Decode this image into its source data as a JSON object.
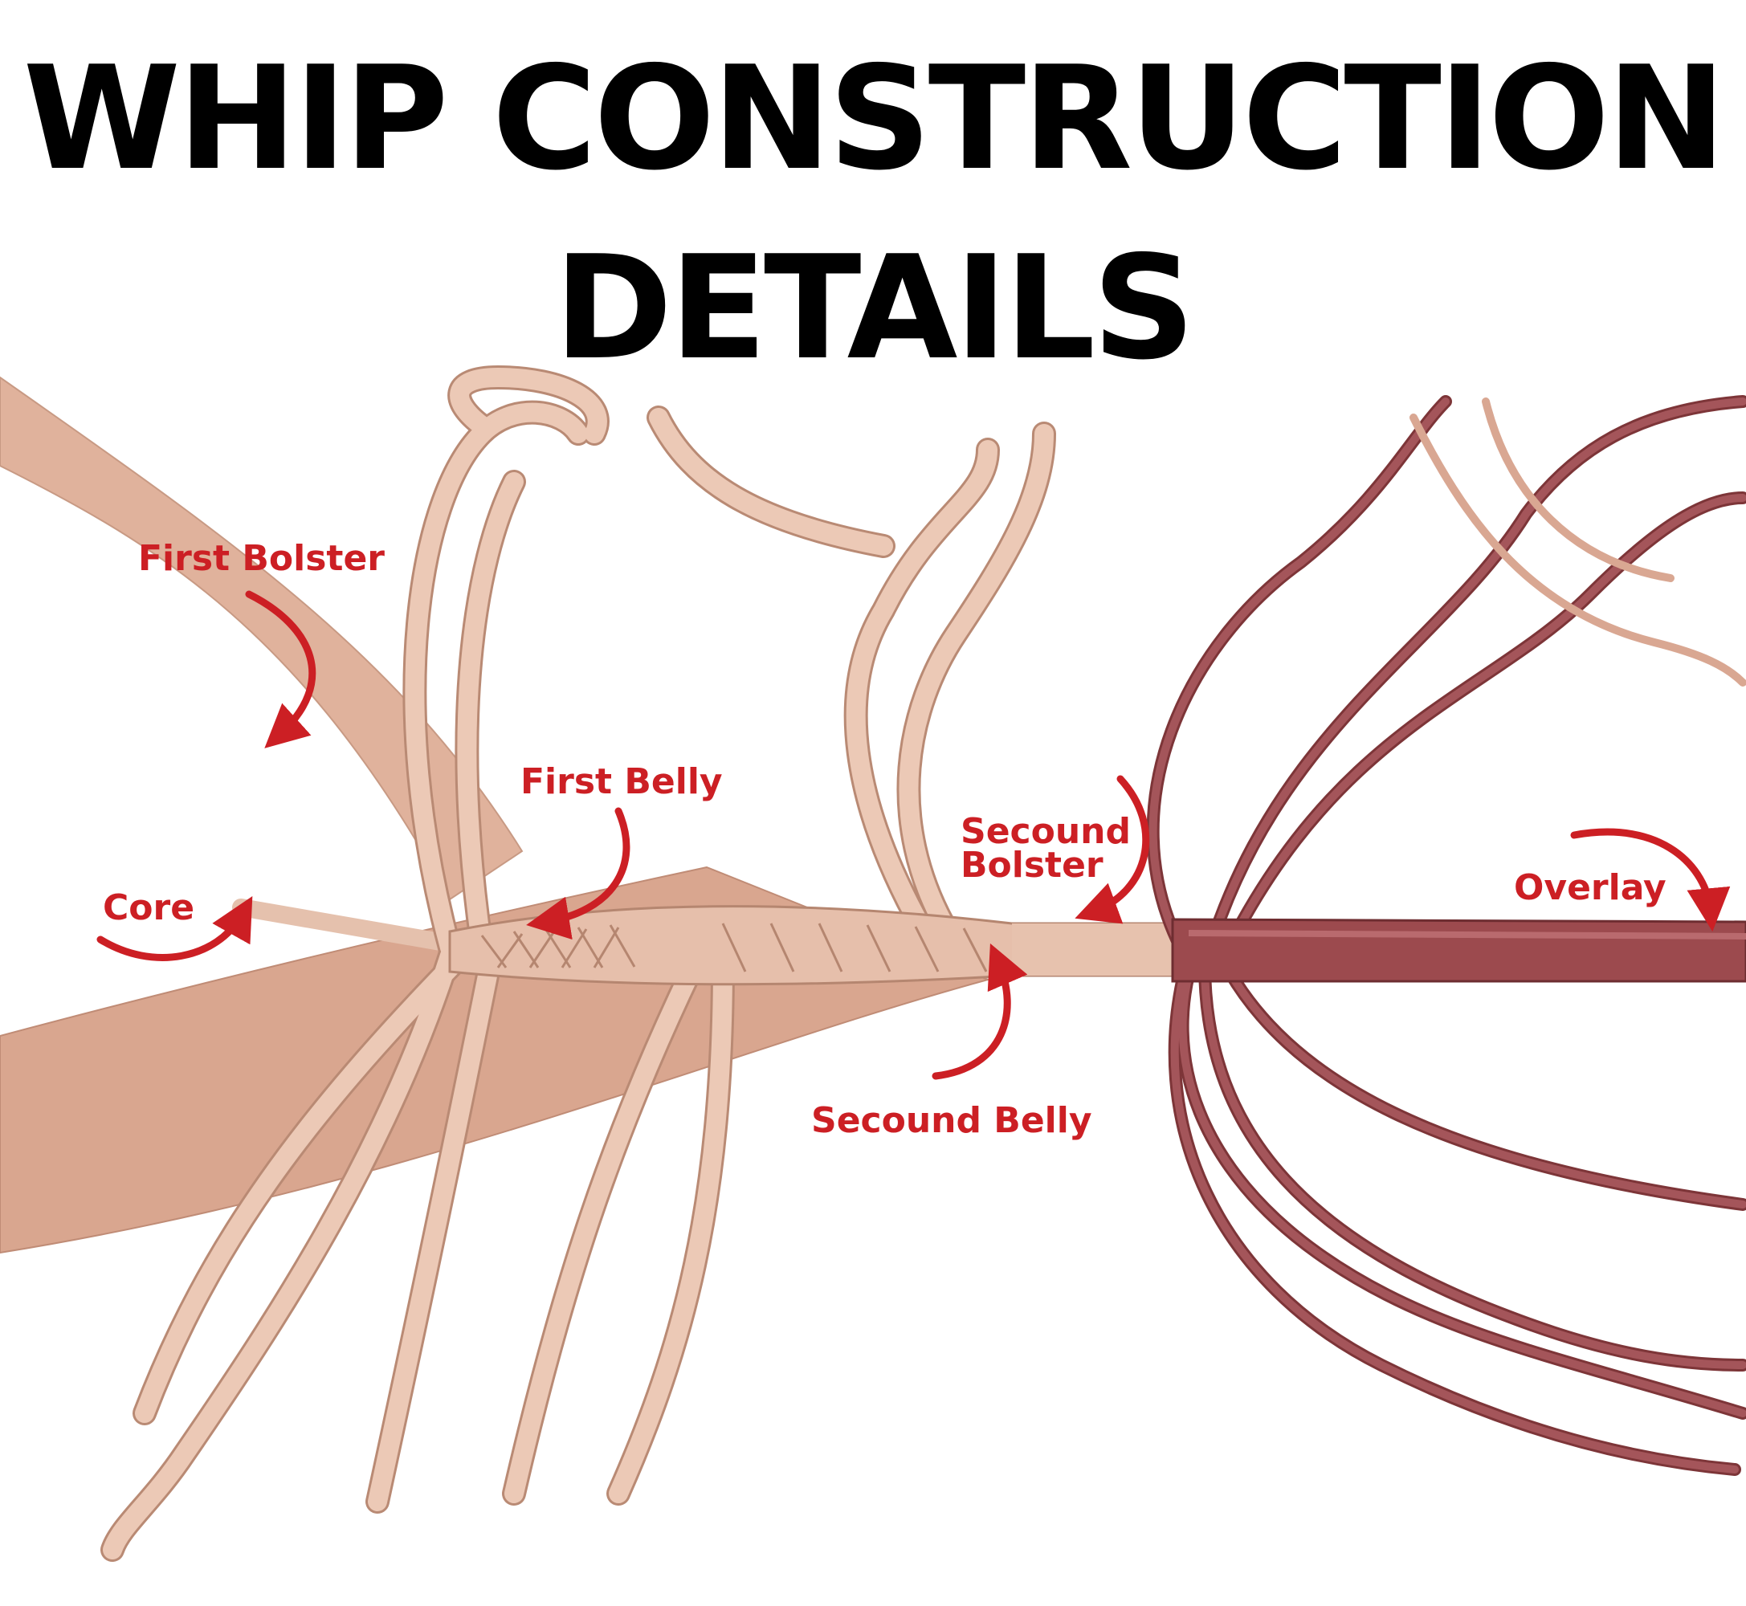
{
  "title": {
    "line1": "WHIP CONSTRUCTION",
    "line2": "DETAILS"
  },
  "labels": {
    "first_bolster": "First Bolster",
    "first_belly": "First Belly",
    "core": "Core",
    "second_bolster_line1": "Secound",
    "second_bolster_line2": "Bolster",
    "second_belly": "Secound Belly",
    "overlay": "Overlay"
  },
  "colors": {
    "label_red": "#cc1f24",
    "tan_leather": "#e2b8a3",
    "light_strand": "#e9c6b3",
    "strand_outline": "#b98a74",
    "dark_overlay": "#9b4a4d"
  },
  "icons": {
    "arrow": "curved-arrow-icon"
  }
}
